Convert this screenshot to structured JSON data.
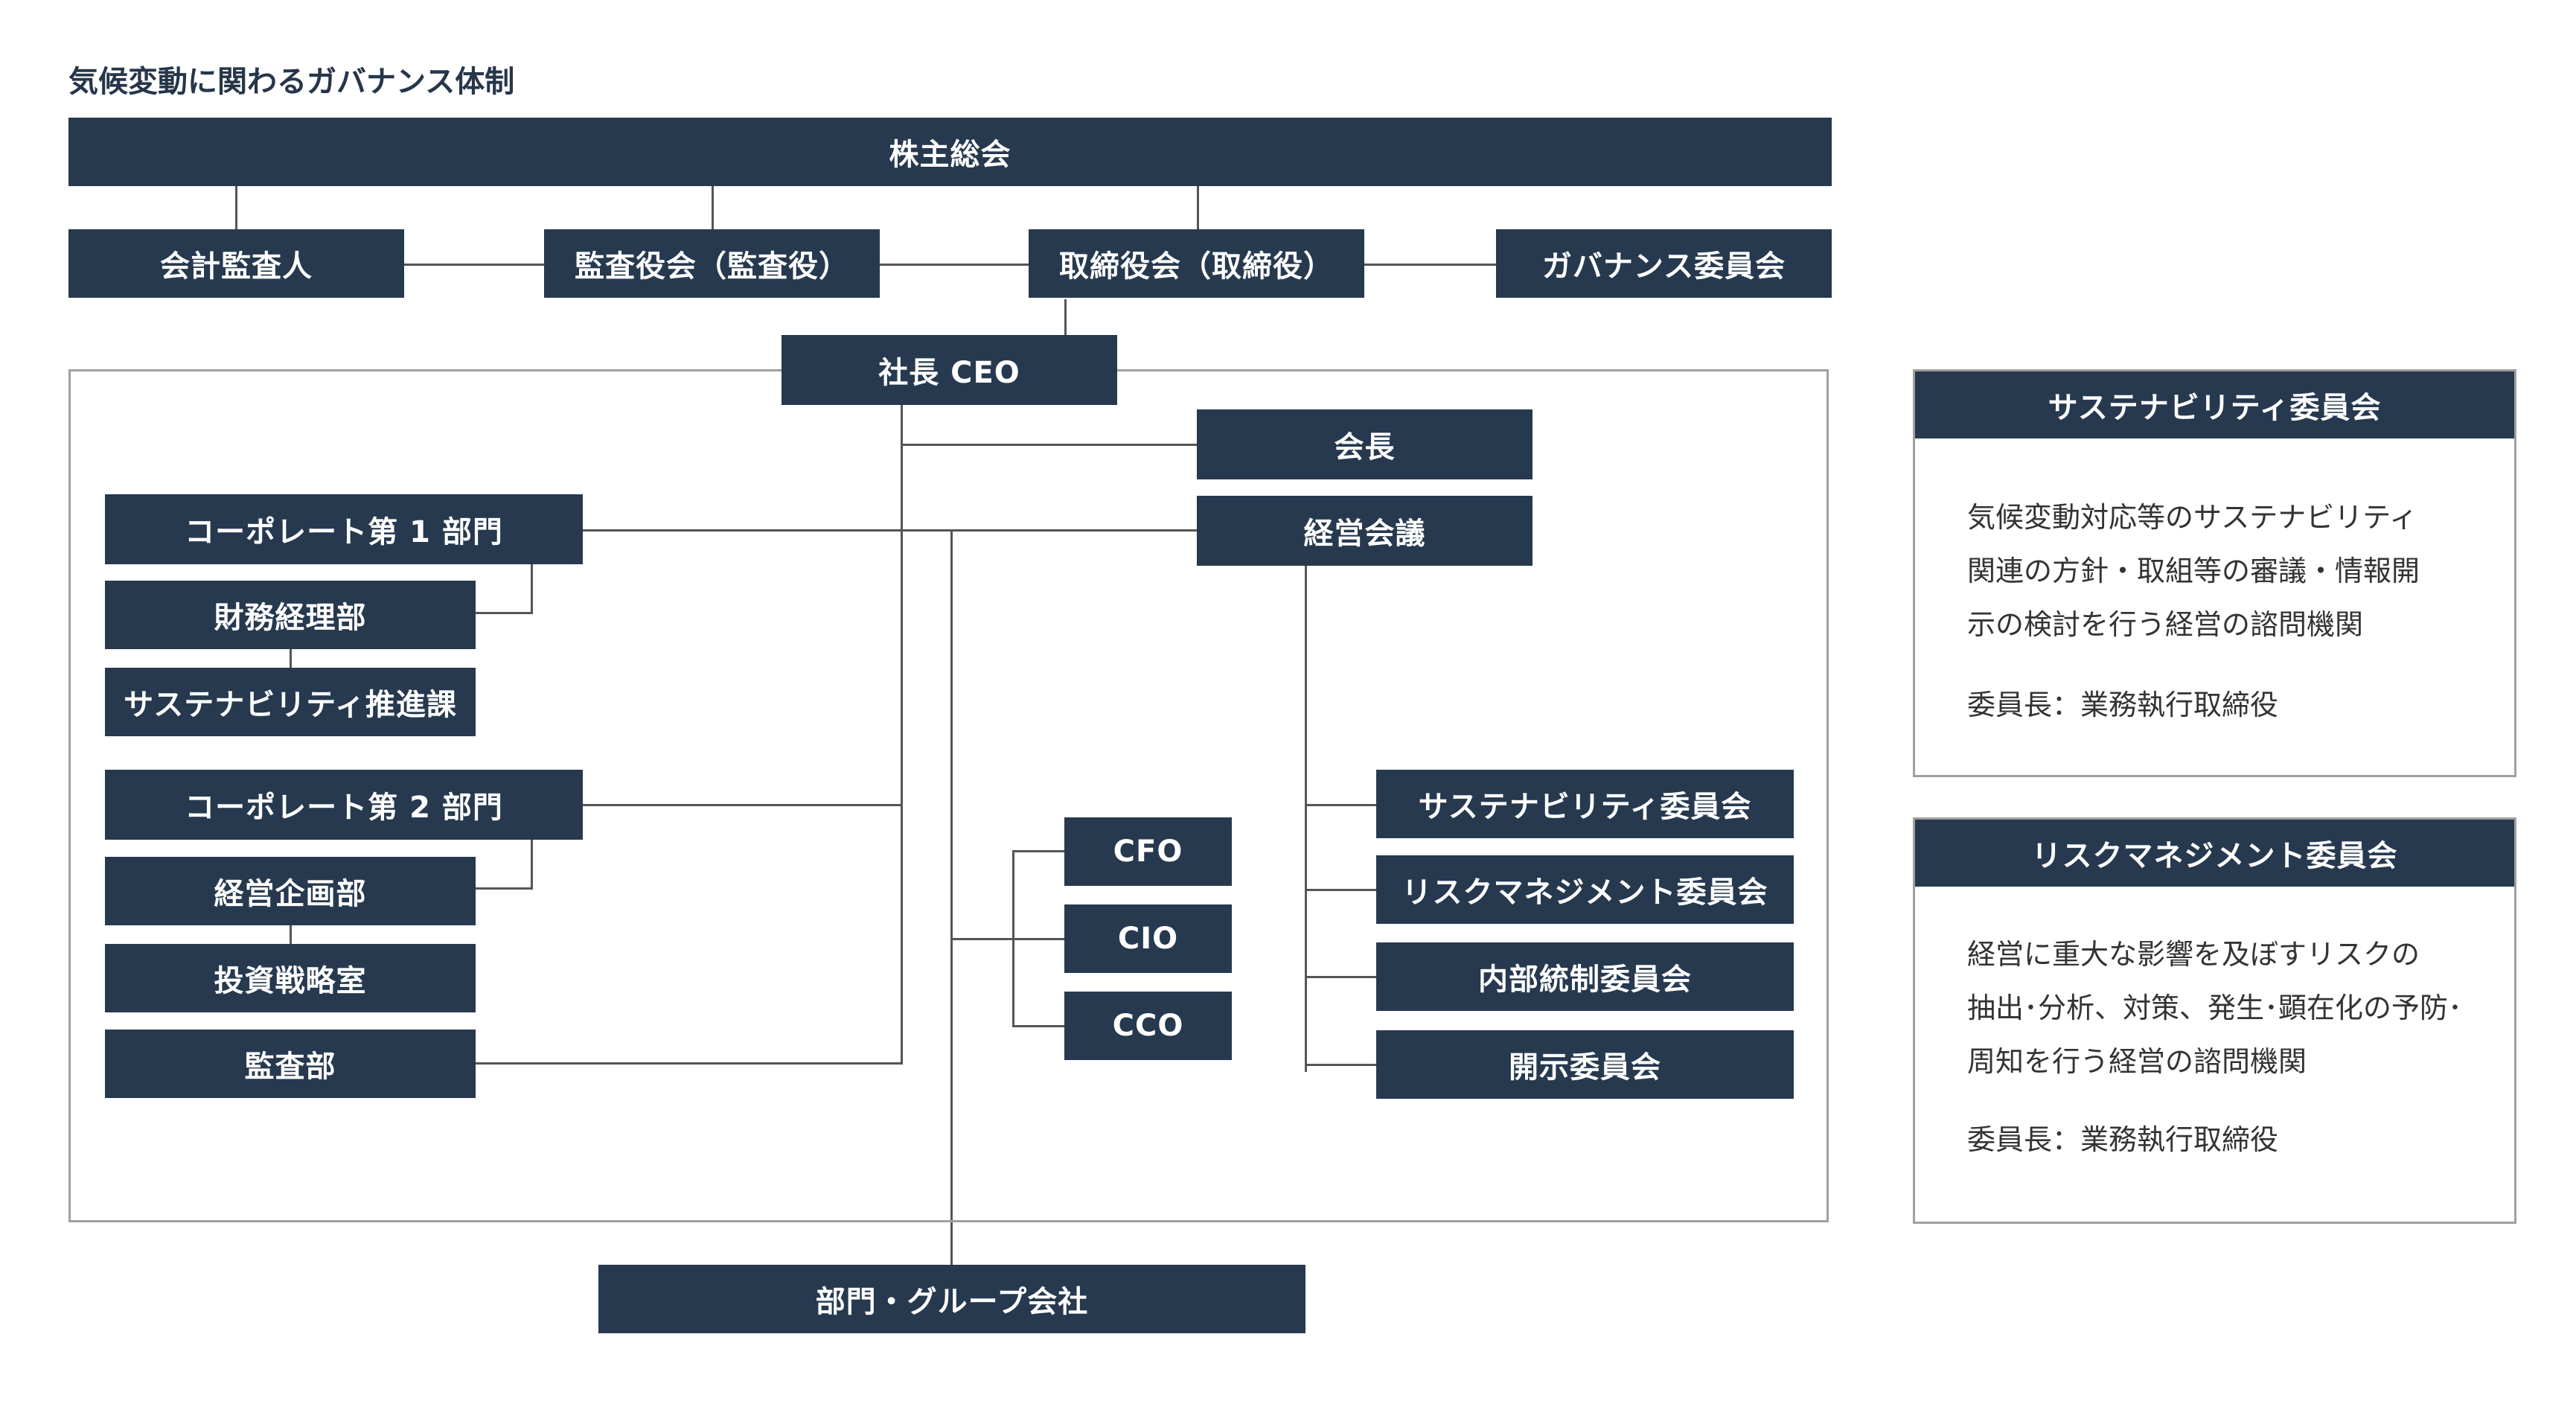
{
  "title": "気候変動に関わるガバナンス体制",
  "org": {
    "shareholders": "株主総会",
    "auditor": "会計監査人",
    "audit_board": "監査役会（監査役）",
    "board": "取締役会（取締役）",
    "governance_committee": "ガバナンス委員会",
    "ceo": "社長 CEO",
    "chairman": "会長",
    "management_meeting": "経営会議",
    "corp1": "コーポレート第 1 部門",
    "finance": "財務経理部",
    "sustainability_promotion": "サステナビリティ推進課",
    "corp2": "コーポレート第 2 部門",
    "planning": "経営企画部",
    "investment": "投資戦略室",
    "audit_dept": "監査部",
    "cfo": "CFO",
    "cio": "CIO",
    "cco": "CCO",
    "committee_sustainability": "サステナビリティ委員会",
    "committee_risk": "リスクマネジメント委員会",
    "committee_internal": "内部統制委員会",
    "committee_disclosure": "開示委員会",
    "groups": "部門・グループ会社"
  },
  "panels": {
    "sustainability": {
      "heading": "サステナビリティ委員会",
      "lines": [
        "気候変動対応等のサステナビリティ",
        "関連の方針・取組等の審議・情報開",
        "示の検討を行う経営の諮問機関"
      ],
      "chair": "委員長：業務執行取締役"
    },
    "risk": {
      "heading": "リスクマネジメント委員会",
      "lines": [
        "経営に重大な影響を及ぼすリスクの",
        "抽出･分析、対策、発生･顕在化の予防･",
        "周知を行う経営の諮問機関"
      ],
      "chair": "委員長：業務執行取締役"
    }
  }
}
